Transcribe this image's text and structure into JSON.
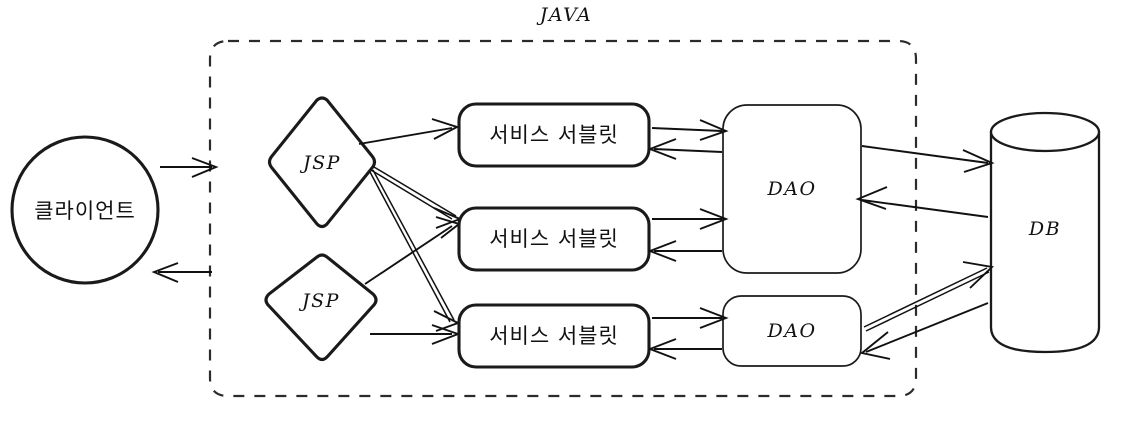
{
  "diagram": {
    "title": "JAVA",
    "boundary_label": "JAVA",
    "background_color": "#ffffff",
    "line_color": "#111111",
    "boundary_style": "dashed"
  },
  "nodes": {
    "client": {
      "label": "클라이언트",
      "shape": "circle"
    },
    "jsp1": {
      "label": "JSP",
      "shape": "diamond"
    },
    "jsp2": {
      "label": "JSP",
      "shape": "diamond"
    },
    "servlet1": {
      "label": "서비스 서블릿",
      "shape": "rounded-rect"
    },
    "servlet2": {
      "label": "서비스 서블릿",
      "shape": "rounded-rect"
    },
    "servlet3": {
      "label": "서비스 서블릿",
      "shape": "rounded-rect"
    },
    "dao1": {
      "label": "DAO",
      "shape": "rounded-rect"
    },
    "dao2": {
      "label": "DAO",
      "shape": "rounded-rect"
    },
    "db": {
      "label": "DB",
      "shape": "cylinder"
    }
  },
  "edges": [
    {
      "from": "client",
      "to": "java-boundary",
      "direction": "forward"
    },
    {
      "from": "java-boundary",
      "to": "client",
      "direction": "forward"
    },
    {
      "from": "jsp1",
      "to": "servlet1",
      "direction": "forward"
    },
    {
      "from": "jsp1",
      "to": "servlet2",
      "direction": "forward"
    },
    {
      "from": "jsp1",
      "to": "servlet3",
      "direction": "forward"
    },
    {
      "from": "jsp2",
      "to": "servlet2",
      "direction": "forward"
    },
    {
      "from": "jsp2",
      "to": "servlet3",
      "direction": "forward"
    },
    {
      "from": "servlet1",
      "to": "dao1",
      "direction": "bidirectional"
    },
    {
      "from": "servlet2",
      "to": "dao1",
      "direction": "bidirectional"
    },
    {
      "from": "servlet3",
      "to": "dao2",
      "direction": "bidirectional"
    },
    {
      "from": "dao1",
      "to": "db",
      "direction": "bidirectional"
    },
    {
      "from": "dao2",
      "to": "db",
      "direction": "bidirectional"
    }
  ]
}
